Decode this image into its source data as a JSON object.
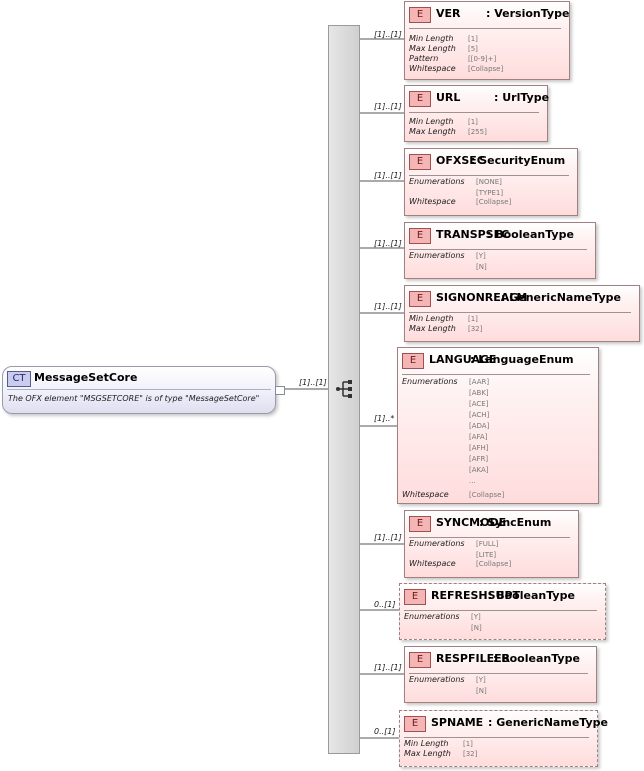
{
  "complex_type": {
    "badge": "CT",
    "name": "MessageSetCore",
    "doc": "The OFX element \"MSGSETCORE\" is of type \"MessageSetCore\"",
    "cardinality": "[1]..[1]"
  },
  "elements": [
    {
      "name": "VER",
      "type": ": VersionType",
      "cardinality": "[1]..[1]",
      "optional": false,
      "props": [
        {
          "k": "Min Length",
          "v": [
            "[1]"
          ]
        },
        {
          "k": "Max Length",
          "v": [
            "[5]"
          ]
        },
        {
          "k": "Pattern",
          "v": [
            "[[0-9]+]"
          ]
        },
        {
          "k": "Whitespace",
          "v": [
            "[Collapse]"
          ]
        }
      ]
    },
    {
      "name": "URL",
      "type": ": UrlType",
      "cardinality": "[1]..[1]",
      "optional": false,
      "props": [
        {
          "k": "Min Length",
          "v": [
            "[1]"
          ]
        },
        {
          "k": "Max Length",
          "v": [
            "[255]"
          ]
        }
      ]
    },
    {
      "name": "OFXSEC",
      "type": ": SecurityEnum",
      "cardinality": "[1]..[1]",
      "optional": false,
      "props": [
        {
          "k": "Enumerations",
          "v": [
            "[NONE]",
            "[TYPE1]"
          ]
        },
        {
          "k": "Whitespace",
          "v": [
            "[Collapse]"
          ]
        }
      ]
    },
    {
      "name": "TRANSPSEC",
      "type": ": BooleanType",
      "cardinality": "[1]..[1]",
      "optional": false,
      "props": [
        {
          "k": "Enumerations",
          "v": [
            "[Y]",
            "[N]"
          ]
        }
      ]
    },
    {
      "name": "SIGNONREALM",
      "type": ": GenericNameType",
      "cardinality": "[1]..[1]",
      "optional": false,
      "props": [
        {
          "k": "Min Length",
          "v": [
            "[1]"
          ]
        },
        {
          "k": "Max Length",
          "v": [
            "[32]"
          ]
        }
      ]
    },
    {
      "name": "LANGUAGE",
      "type": ": LanguageEnum",
      "cardinality": "[1]..*",
      "optional": false,
      "props": [
        {
          "k": "Enumerations",
          "v": [
            "[AAR]",
            "[ABK]",
            "[ACE]",
            "[ACH]",
            "[ADA]",
            "[AFA]",
            "[AFH]",
            "[AFR]",
            "[AKA]",
            "..."
          ]
        },
        {
          "k": "Whitespace",
          "v": [
            "[Collapse]"
          ]
        }
      ]
    },
    {
      "name": "SYNCMODE",
      "type": ": SyncEnum",
      "cardinality": "[1]..[1]",
      "optional": false,
      "props": [
        {
          "k": "Enumerations",
          "v": [
            "[FULL]",
            "[LITE]"
          ]
        },
        {
          "k": "Whitespace",
          "v": [
            "[Collapse]"
          ]
        }
      ]
    },
    {
      "name": "REFRESHSUPT",
      "type": ": BooleanType",
      "cardinality": "0..[1]",
      "optional": true,
      "props": [
        {
          "k": "Enumerations",
          "v": [
            "[Y]",
            "[N]"
          ]
        }
      ]
    },
    {
      "name": "RESPFILEER",
      "type": ": BooleanType",
      "cardinality": "[1]..[1]",
      "optional": false,
      "props": [
        {
          "k": "Enumerations",
          "v": [
            "[Y]",
            "[N]"
          ]
        }
      ]
    },
    {
      "name": "SPNAME",
      "type": ": GenericNameType",
      "cardinality": "0..[1]",
      "optional": true,
      "props": [
        {
          "k": "Min Length",
          "v": [
            "[1]"
          ]
        },
        {
          "k": "Max Length",
          "v": [
            "[32]"
          ]
        }
      ]
    }
  ]
}
